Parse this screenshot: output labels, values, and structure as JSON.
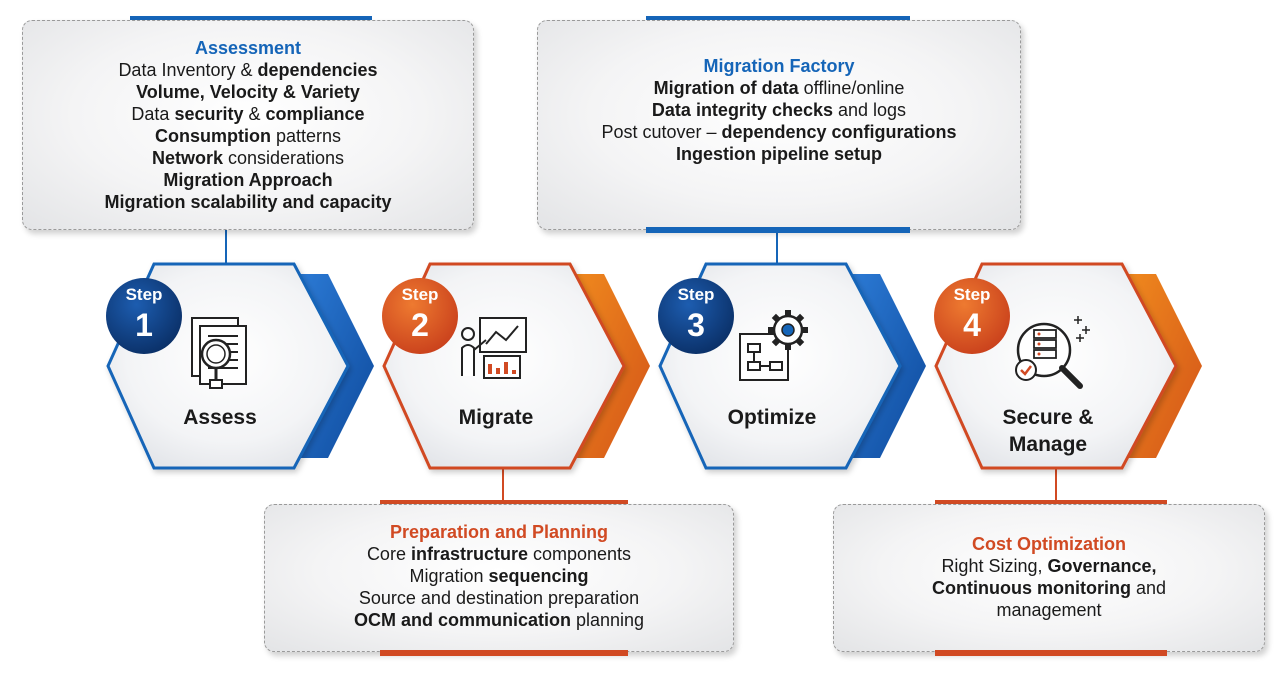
{
  "colors": {
    "blue": "#1565b8",
    "navy": "#0d3a7a",
    "orange": "#d14a23",
    "orange_light": "#e0701f",
    "text": "#1a1a1a"
  },
  "cards": {
    "assessment": {
      "title": "Assessment",
      "lines": [
        [
          {
            "t": "Data Inventory & ",
            "b": false
          },
          {
            "t": "dependencies",
            "b": true
          }
        ],
        [
          {
            "t": "Volume, Velocity & Variety",
            "b": true
          }
        ],
        [
          {
            "t": "Data ",
            "b": false
          },
          {
            "t": "security",
            "b": true
          },
          {
            "t": " & ",
            "b": false
          },
          {
            "t": "compliance",
            "b": true
          }
        ],
        [
          {
            "t": "Consumption",
            "b": true
          },
          {
            "t": " patterns",
            "b": false
          }
        ],
        [
          {
            "t": "Network",
            "b": true
          },
          {
            "t": " considerations",
            "b": false
          }
        ],
        [
          {
            "t": "Migration Approach",
            "b": true
          }
        ],
        [
          {
            "t": "Migration scalability and capacity",
            "b": true
          }
        ]
      ]
    },
    "migration_factory": {
      "title": "Migration Factory",
      "lines": [
        [
          {
            "t": "Migration of data",
            "b": true
          },
          {
            "t": " offline/online",
            "b": false
          }
        ],
        [
          {
            "t": "Data integrity checks",
            "b": true
          },
          {
            "t": " and logs",
            "b": false
          }
        ],
        [
          {
            "t": "Post cutover – ",
            "b": false
          },
          {
            "t": "dependency configurations",
            "b": true
          }
        ],
        [
          {
            "t": "Ingestion pipeline setup",
            "b": true
          }
        ]
      ]
    },
    "preparation": {
      "title": "Preparation and Planning",
      "lines": [
        [
          {
            "t": "Core ",
            "b": false
          },
          {
            "t": "infrastructure",
            "b": true
          },
          {
            "t": " components",
            "b": false
          }
        ],
        [
          {
            "t": "Migration ",
            "b": false
          },
          {
            "t": "sequencing",
            "b": true
          }
        ],
        [
          {
            "t": "Source and destination preparation",
            "b": false
          }
        ],
        [
          {
            "t": "OCM and communication",
            "b": true
          },
          {
            "t": " planning",
            "b": false
          }
        ]
      ]
    },
    "cost": {
      "title": "Cost Optimization",
      "lines": [
        [
          {
            "t": "Right Sizing, ",
            "b": false
          },
          {
            "t": "Governance,",
            "b": true
          }
        ],
        [
          {
            "t": "Continuous monitoring",
            "b": true
          },
          {
            "t": " and",
            "b": false
          }
        ],
        [
          {
            "t": "management",
            "b": false
          }
        ]
      ]
    }
  },
  "steps": [
    {
      "step_word": "Step",
      "number": "1",
      "label_lines": [
        "Assess"
      ],
      "icon": "document-search-icon",
      "theme": "blue"
    },
    {
      "step_word": "Step",
      "number": "2",
      "label_lines": [
        "Migrate"
      ],
      "icon": "presenter-chart-icon",
      "theme": "orange"
    },
    {
      "step_word": "Step",
      "number": "3",
      "label_lines": [
        "Optimize"
      ],
      "icon": "gear-flowchart-icon",
      "theme": "blue"
    },
    {
      "step_word": "Step",
      "number": "4",
      "label_lines": [
        "Secure &",
        "Manage"
      ],
      "icon": "server-magnifier-icon",
      "theme": "orange"
    }
  ]
}
